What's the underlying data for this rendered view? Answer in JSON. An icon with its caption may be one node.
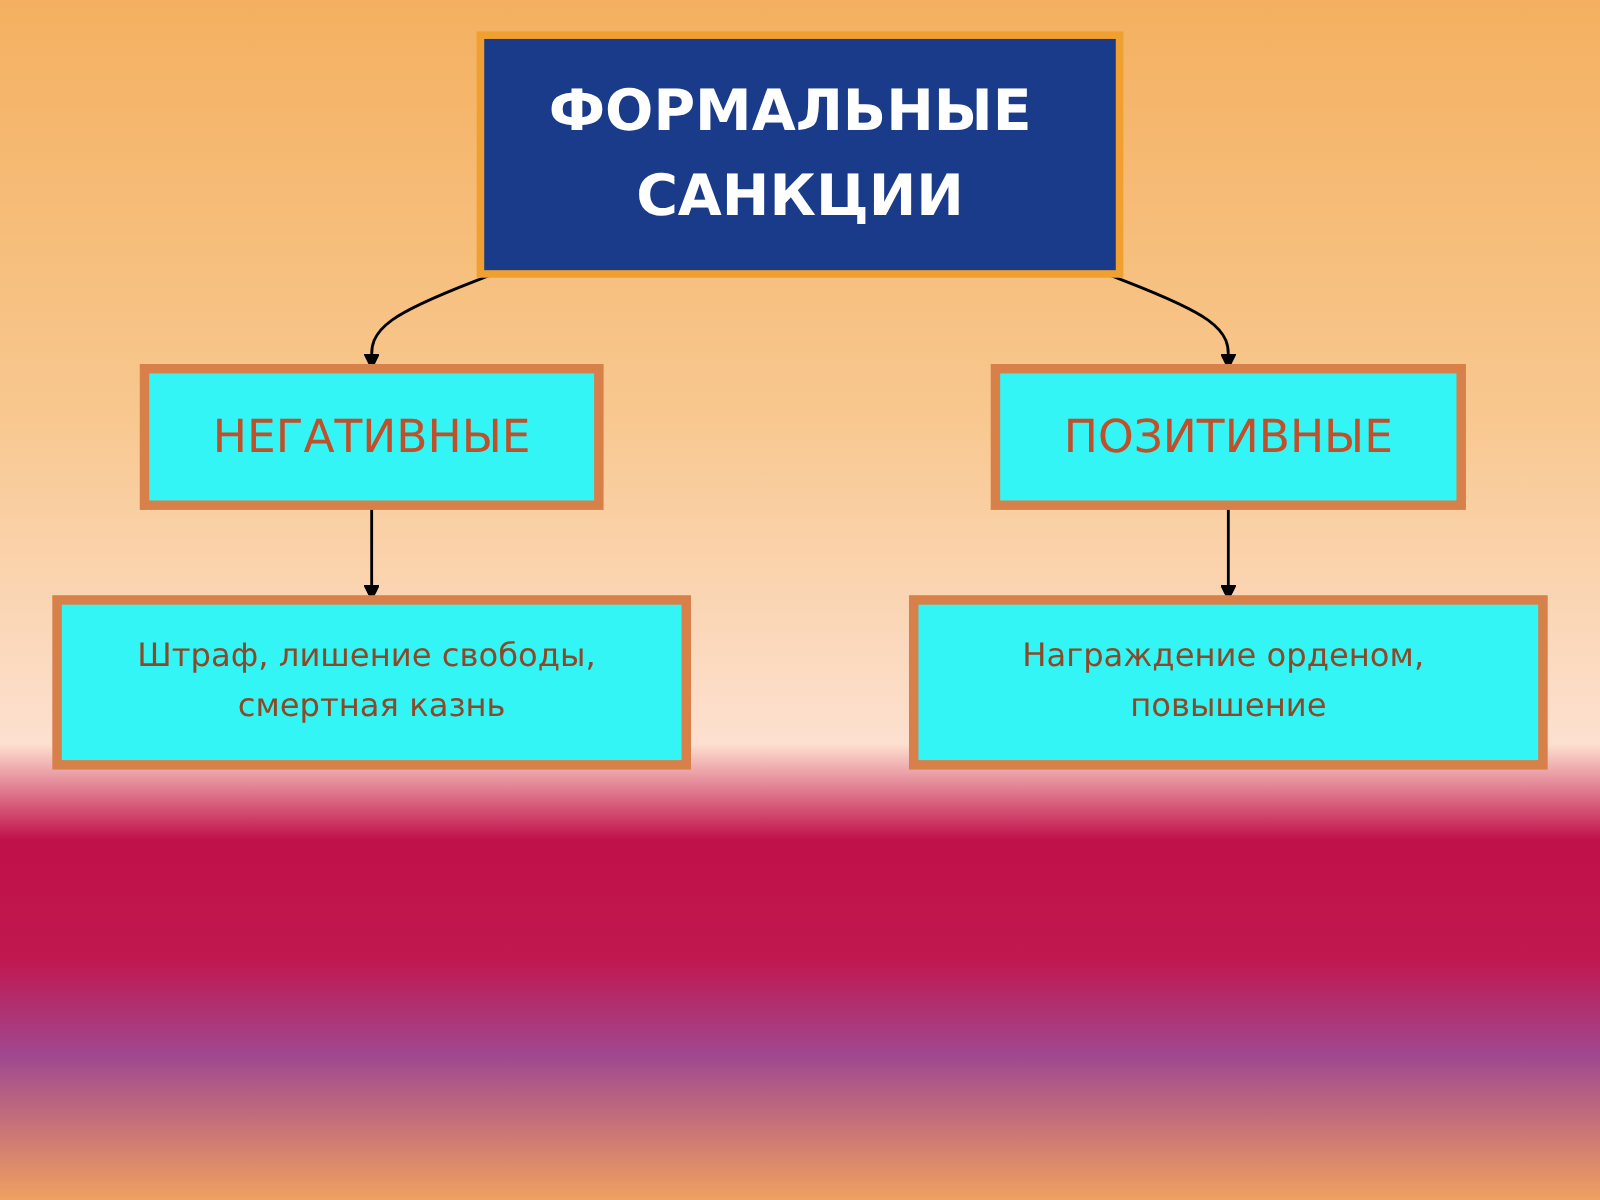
{
  "diagram": {
    "nodes": [
      {
        "text": [
          "ФОРМАЛЬНЫЕ САНКЦИИ"
        ]
      },
      {
        "text": [
          "НЕГАТИВНЫЕ"
        ]
      },
      {
        "text": [
          "ПОЗИТИВНЫЕ"
        ]
      },
      {
        "text": [
          "Штраф, лишение свободы, смертная казнь"
        ]
      },
      {
        "text": [
          "Награждение орденом, повышение"
        ]
      }
    ],
    "edges": [
      {
        "from": 0,
        "to": 1,
        "arrow": "to"
      },
      {
        "from": 0,
        "to": 2,
        "arrow": "to"
      },
      {
        "from": 1,
        "to": 3,
        "arrow": "to"
      },
      {
        "from": 2,
        "to": 4,
        "arrow": "to"
      }
    ]
  }
}
